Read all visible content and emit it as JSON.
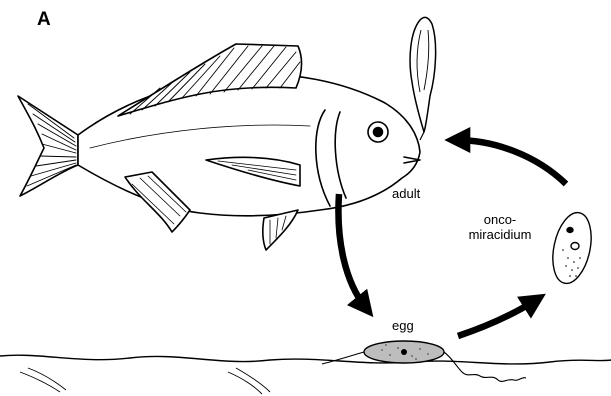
{
  "figure": {
    "panel_label": "A",
    "labels": {
      "adult": "adult",
      "oncomiracidium_line1": "onco-",
      "oncomiracidium_line2": "miracidium",
      "egg": "egg"
    },
    "colors": {
      "ink": "#000000",
      "background": "#ffffff",
      "egg_fill": "#bdbdbd"
    }
  }
}
